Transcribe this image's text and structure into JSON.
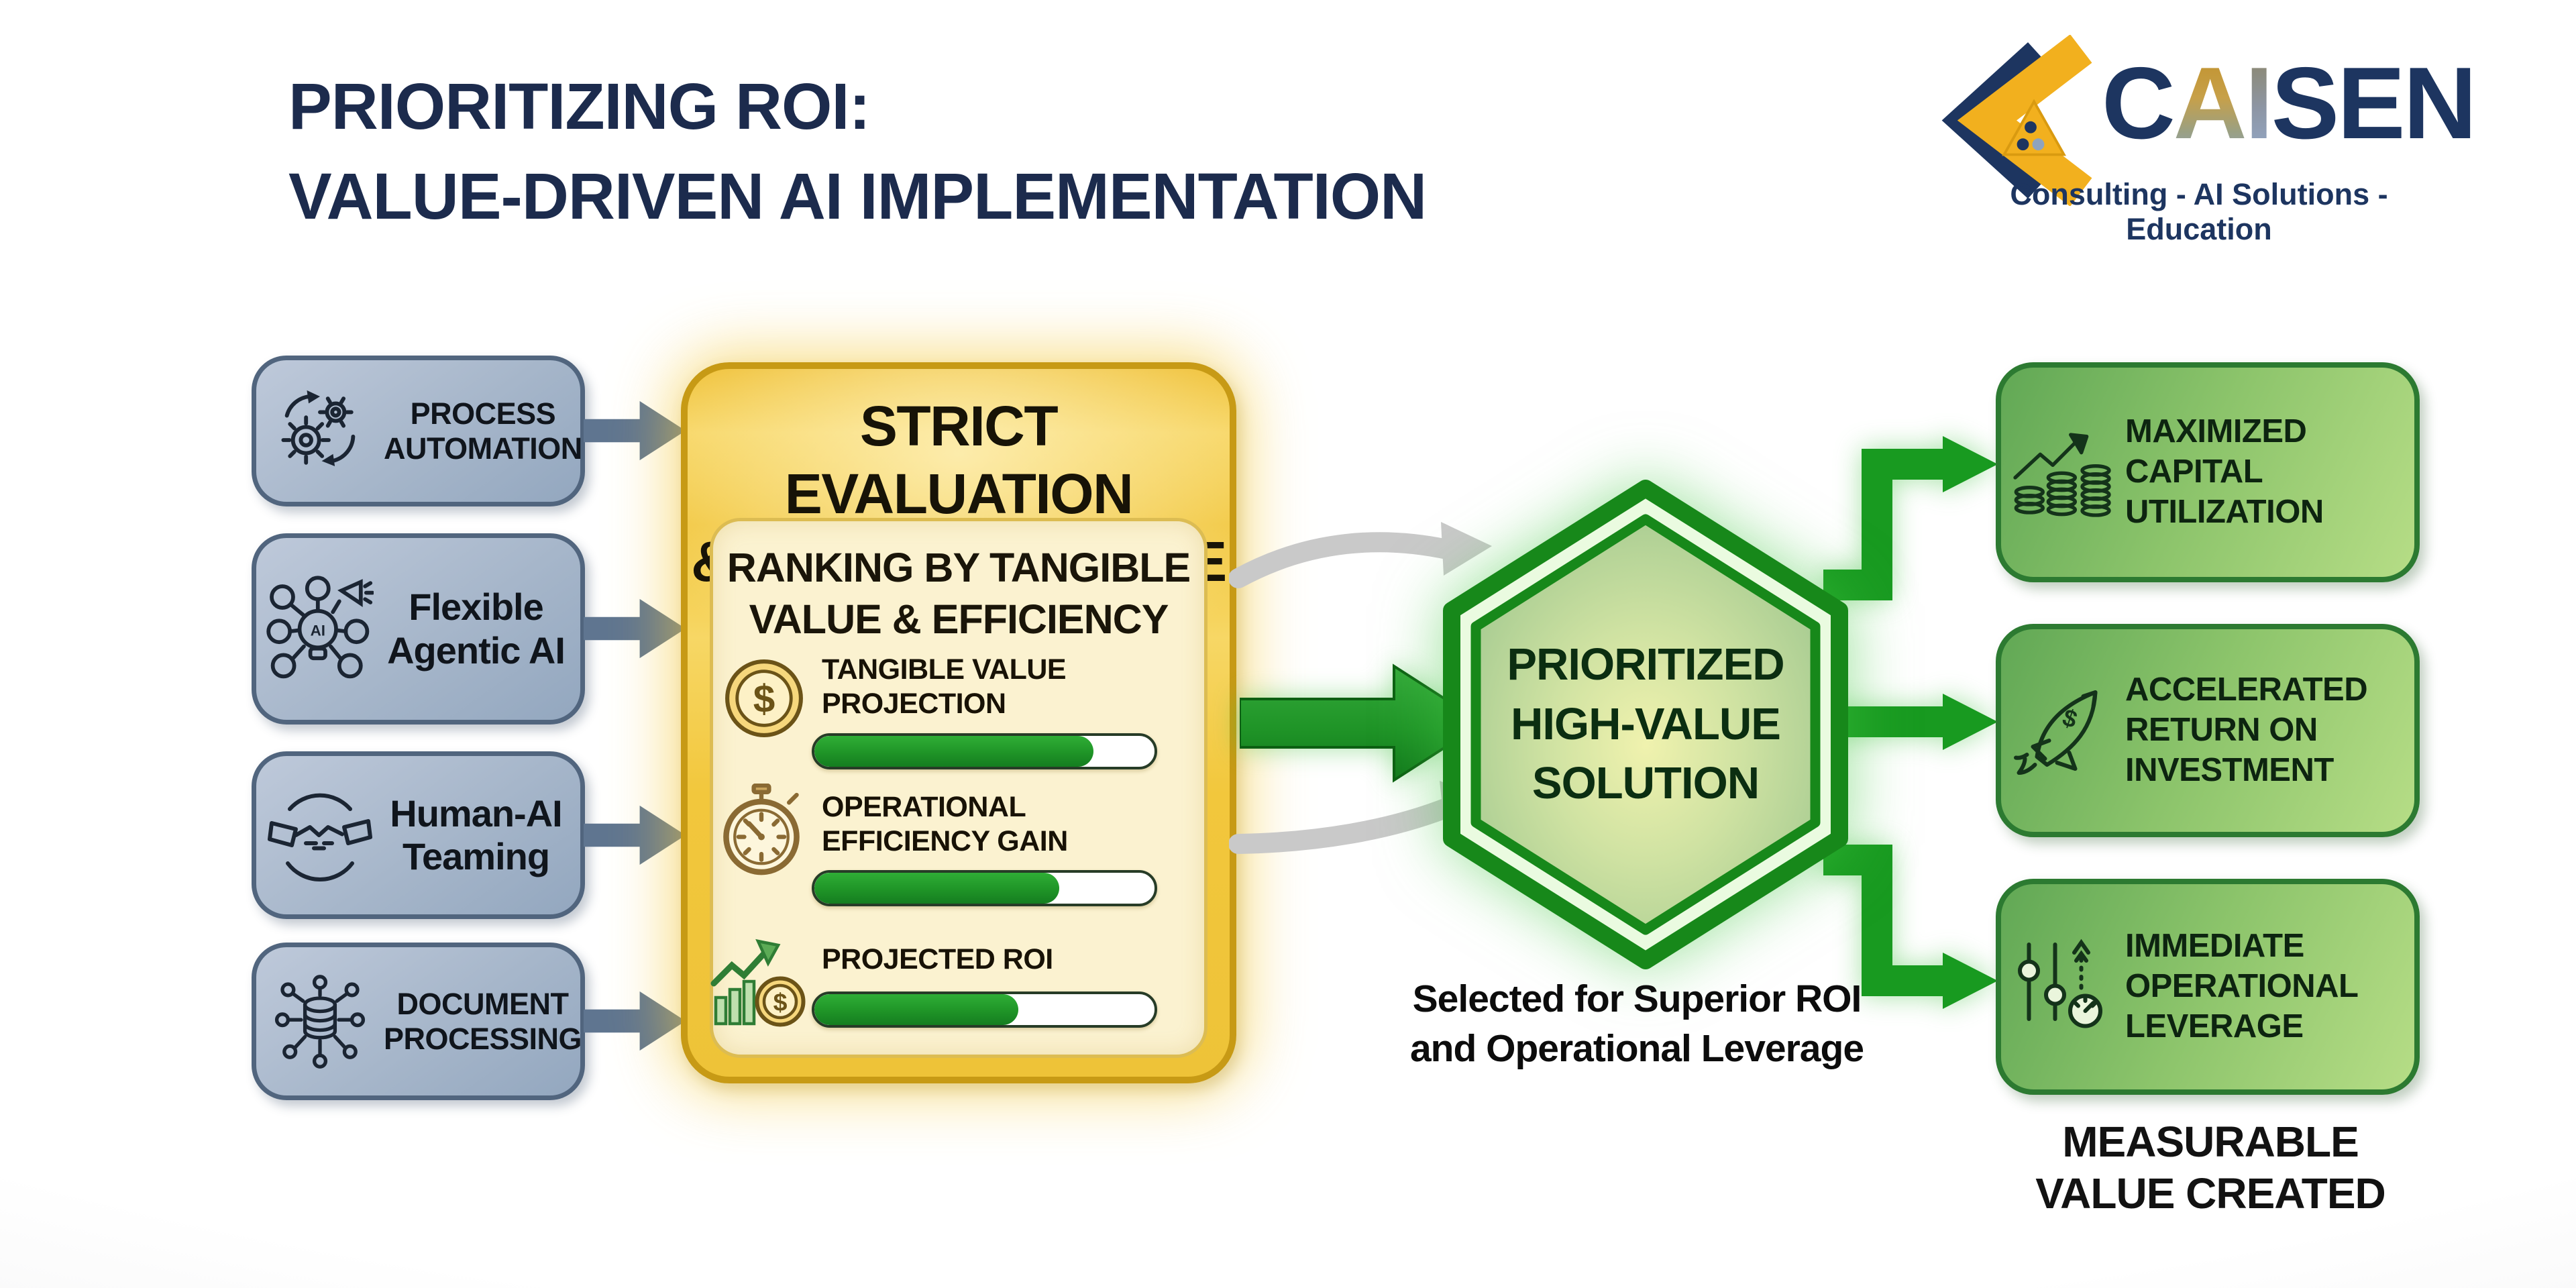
{
  "header": {
    "title_line1": "PRIORITIZING ROI:",
    "title_line2": "VALUE-DRIVEN AI IMPLEMENTATION"
  },
  "logo": {
    "letters": [
      "C",
      "A",
      "I",
      "S",
      "E",
      "N"
    ],
    "tagline": "Consulting - AI Solutions - Education"
  },
  "inputs": [
    {
      "icon": "gears-icon",
      "line1": "PROCESS",
      "line2": "AUTOMATION"
    },
    {
      "icon": "agentic-ai-network-icon",
      "line1": "Flexible",
      "line2": "Agentic AI"
    },
    {
      "icon": "handshake-icon",
      "line1": "Human-AI",
      "line2": "Teaming"
    },
    {
      "icon": "database-network-icon",
      "line1": "DOCUMENT",
      "line2": "PROCESSING"
    }
  ],
  "engine": {
    "title_line1": "STRICT EVALUATION",
    "title_line2": "& RANKING ENGINE",
    "subtitle_line1": "RANKING BY TANGIBLE",
    "subtitle_line2": "VALUE & EFFICIENCY",
    "metrics": [
      {
        "icon": "dollar-coin-icon",
        "line1": "TANGIBLE VALUE",
        "line2": "PROJECTION",
        "progress_pct": 82
      },
      {
        "icon": "stopwatch-icon",
        "line1": "OPERATIONAL",
        "line2": "EFFICIENCY GAIN",
        "progress_pct": 72
      },
      {
        "icon": "roi-growth-icon",
        "line1": "PROJECTED ROI",
        "line2": "",
        "progress_pct": 60
      }
    ]
  },
  "solution": {
    "line1": "PRIORITIZED",
    "line2": "HIGH-VALUE",
    "line3": "SOLUTION",
    "caption_line1": "Selected for Superior ROI",
    "caption_line2": "and Operational Leverage"
  },
  "outcomes": [
    {
      "icon": "capital-growth-icon",
      "line1": "MAXIMIZED",
      "line2": "CAPITAL",
      "line3": "UTILIZATION"
    },
    {
      "icon": "rocket-investment-icon",
      "line1": "ACCELERATED",
      "line2": "RETURN ON",
      "line3": "INVESTMENT"
    },
    {
      "icon": "levers-gauge-icon",
      "line1": "IMMEDIATE",
      "line2": "OPERATIONAL",
      "line3": "LEVERAGE"
    }
  ],
  "footer": {
    "line1": "MEASURABLE",
    "line2": "VALUE CREATED"
  },
  "colors": {
    "title_navy": "#1c2b4d",
    "logo_navy": "#1d3560",
    "logo_gold": "#e8b430",
    "input_box_fill": "#a9b9cd",
    "input_box_border": "#51657e",
    "input_arrow_slate": "#5f7590",
    "engine_gold": "#f3c93e",
    "engine_border": "#c79a15",
    "engine_panel_cream": "#fbf2d0",
    "progress_green": "#1f9427",
    "hex_border_green": "#17881a",
    "hex_fill_center": "#f0f2ae",
    "outcome_fill_dark": "#61a855",
    "outcome_fill_light": "#b6dd86",
    "outcome_border": "#2c7a31",
    "arrow_green": "#189a20",
    "arrow_gray": "#c9c9c9",
    "text_black": "#111111"
  }
}
